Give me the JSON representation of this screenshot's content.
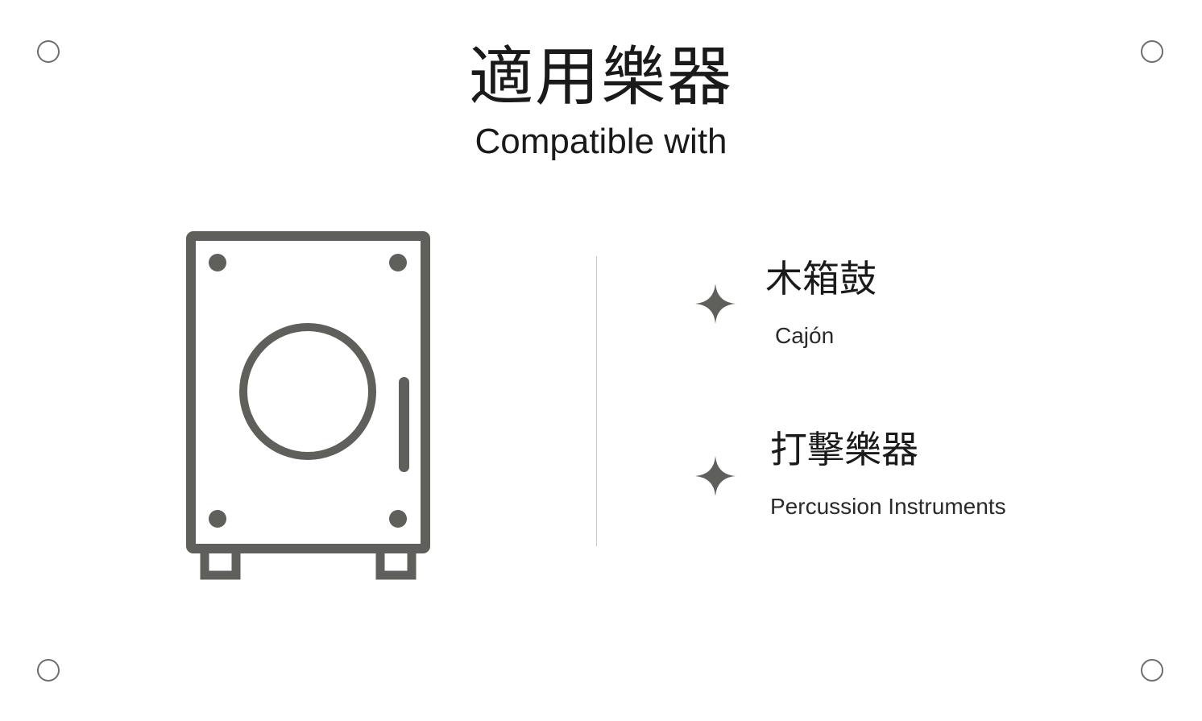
{
  "heading": {
    "title_zh": "適用樂器",
    "title_en": "Compatible with"
  },
  "items": [
    {
      "name_zh": "木箱鼓",
      "name_en": "Cajón",
      "icon": "sparkle-icon"
    },
    {
      "name_zh": "打擊樂器",
      "name_en": "Percussion Instruments",
      "icon": "sparkle-icon"
    }
  ],
  "illustration": {
    "icon": "cajon-icon"
  },
  "colors": {
    "icon_gray": "#5f5f5c",
    "corner_gray": "#6e6e6e",
    "divider_gray": "#c9c9c9",
    "text": "#1a1a1a"
  }
}
